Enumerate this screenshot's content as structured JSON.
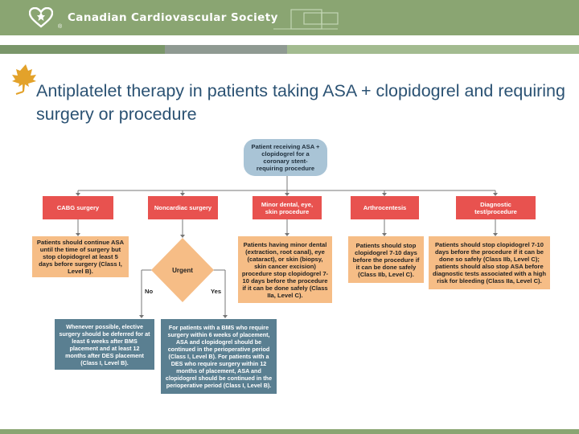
{
  "header": {
    "org_name": "Canadian Cardiovascular Society",
    "registered_mark": "®",
    "bg_color": "#8aa572"
  },
  "title": "Antiplatelet therapy in patients taking ASA + clopidogrel and requiring surgery or procedure",
  "flowchart": {
    "root": "Patient receiving ASA + clopidogrel for a coronary stent-requiring procedure",
    "categories": [
      "CABG surgery",
      "Noncardiac surgery",
      "Minor dental, eye, skin procedure",
      "Arthrocentesis",
      "Diagnostic test/procedure"
    ],
    "recommendations": {
      "cabg": "Patients should continue ASA until the time of surgery but stop clopidogrel at least 5 days before surgery (Class I, Level B).",
      "minor": "Patients having minor dental (extraction, root canal), eye (cataract), or skin (biopsy, skin cancer excision) procedure stop clopidogrel 7-10 days before the procedure if it can be done safely (Class IIa, Level C).",
      "arthro": "Patients should stop clopidogrel 7-10 days before the procedure if it can be done safely (Class IIb, Level C).",
      "diag": "Patients should stop clopidogrel 7-10 days before the procedure if it can be done so safely (Class IIb, Level C); patients should also stop ASA before diagnostic tests associated with a high risk for bleeding (Class IIa, Level C)."
    },
    "decision": "Urgent",
    "branch_no": "No",
    "branch_yes": "Yes",
    "outcome_no": "Whenever possible, elective surgery should be deferred for at least 6 weeks after BMS placement and at least 12 months after DES placement (Class I, Level B).",
    "outcome_yes": "For patients with a BMS who require surgery within 6 weeks of placement, ASA and clopidogrel should be continued in the perioperative period (Class I, Level B). For patients with a DES who require surgery within 12 months of placement, ASA and clopidogrel should be continued in the perioperative period (Class I, Level B)."
  },
  "colors": {
    "category_red": "#e8524f",
    "recommendation_orange": "#f6bd86",
    "outcome_steel": "#5a7f91",
    "root_blue": "#a9c4d6",
    "title_blue": "#2b5273"
  }
}
